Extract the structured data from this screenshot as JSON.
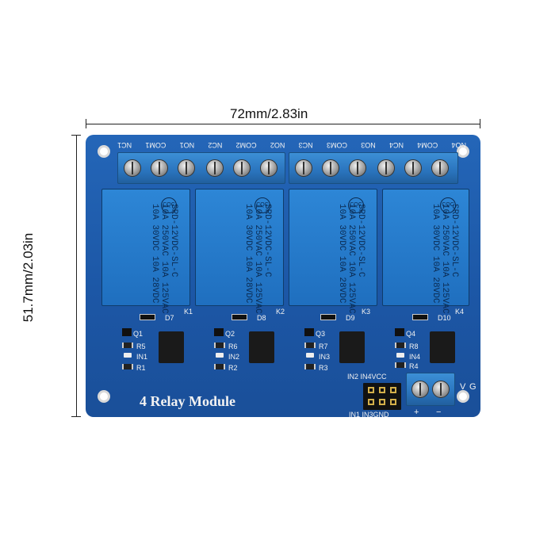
{
  "dimensions": {
    "width_label": "72mm/2.83in",
    "height_label": "51.7mm/2.03in"
  },
  "board": {
    "title": "4 Relay Module",
    "color": "#1e5aa8",
    "terminal_labels_top": [
      "NC1",
      "COM1",
      "NO1",
      "NC2",
      "COM2",
      "NO2",
      "NC3",
      "COM3",
      "NO3",
      "NC4",
      "COM4",
      "NO4"
    ],
    "relays": [
      {
        "id": "K1",
        "text": "SRD-12VDC-SL-C\n10A 250VAC 10A 125VAC\n10A 30VDC 10A 28VDC",
        "diode": "D7",
        "transistor": "Q1",
        "resistors": [
          "R5",
          "R1"
        ],
        "input": "IN1"
      },
      {
        "id": "K2",
        "text": "SRD-12VDC-SL-C\n10A 250VAC 10A 125VAC\n10A 30VDC 10A 28VDC",
        "diode": "D8",
        "transistor": "Q2",
        "resistors": [
          "R6",
          "R2"
        ],
        "input": "IN2"
      },
      {
        "id": "K3",
        "text": "SRD-12VDC-SL-C\n10A 250VAC 10A 125VAC\n10A 30VDC 10A 28VDC",
        "diode": "D9",
        "transistor": "Q3",
        "resistors": [
          "R7",
          "R3"
        ],
        "input": "IN3"
      },
      {
        "id": "K4",
        "text": "SRD-12VDC-SL-C\n10A 250VAC 10A 125VAC\n10A 30VDC 10A 28VDC",
        "diode": "D10",
        "transistor": "Q4",
        "resistors": [
          "R8",
          "R4"
        ],
        "input": "IN4"
      }
    ],
    "relay_logo": "CQC",
    "header_labels_top": "IN2 IN4VCC",
    "header_labels_bottom": "IN1 IN3GND",
    "power_labels": [
      "V",
      "G"
    ],
    "power_signs": [
      "+",
      "−"
    ]
  }
}
